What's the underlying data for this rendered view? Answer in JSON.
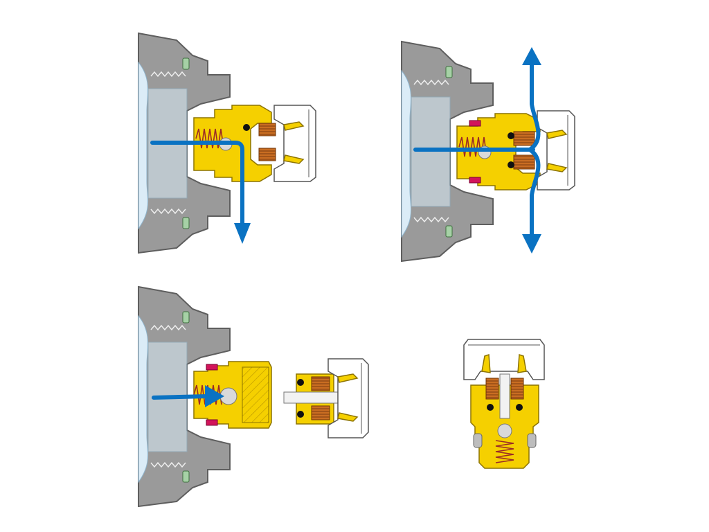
{
  "colors": {
    "background": "#ffffff",
    "housing": "#9a9a9a",
    "housing_outline": "#5e5e5e",
    "fluid": "#dbecf7",
    "fluid_outline": "#8fb4cc",
    "brass": "#f5d000",
    "brass_outline": "#8c7300",
    "cap_fill": "#ffffff",
    "cap_outline": "#555555",
    "spring": "#9b2b26",
    "coil_pad": "#c96d22",
    "seal_ring": "#a6d1a6",
    "red_seal": "#d2145a",
    "ball": "#d9d9d9",
    "black_oring": "#111111",
    "flow_arrow": "#0a72c2"
  },
  "panels": [
    {
      "id": "top-left",
      "state": "connected",
      "flow_arrows": [
        "inlet",
        "down"
      ]
    },
    {
      "id": "top-right",
      "state": "connected",
      "flow_arrows": [
        "inlet",
        "up",
        "down"
      ]
    },
    {
      "id": "bottom-left",
      "state": "disconnected",
      "flow_arrows": [
        "inlet-blocked"
      ]
    },
    {
      "id": "bottom-right",
      "state": "valve-coupling-vertical",
      "flow_arrows": []
    }
  ]
}
